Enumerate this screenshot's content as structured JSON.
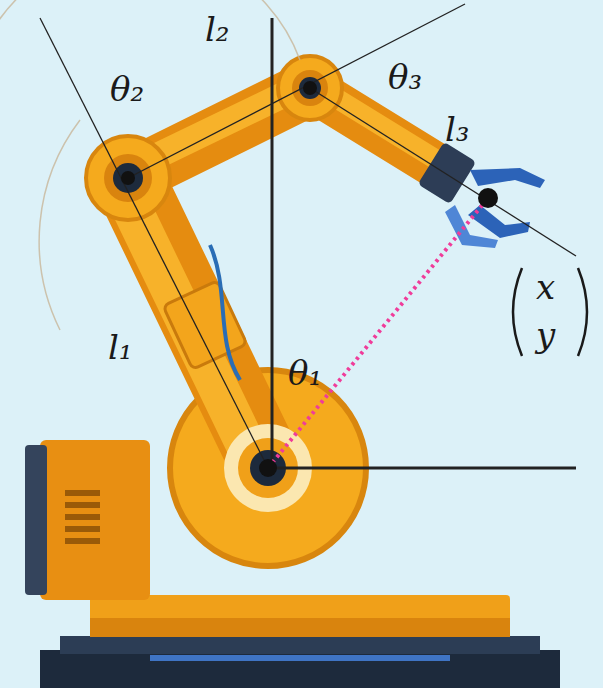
{
  "diagram": {
    "labels": [
      "θ₂",
      "l₂",
      "θ₃",
      "l₃",
      "x",
      "y",
      "l₁",
      "θ₁"
    ]
  }
}
